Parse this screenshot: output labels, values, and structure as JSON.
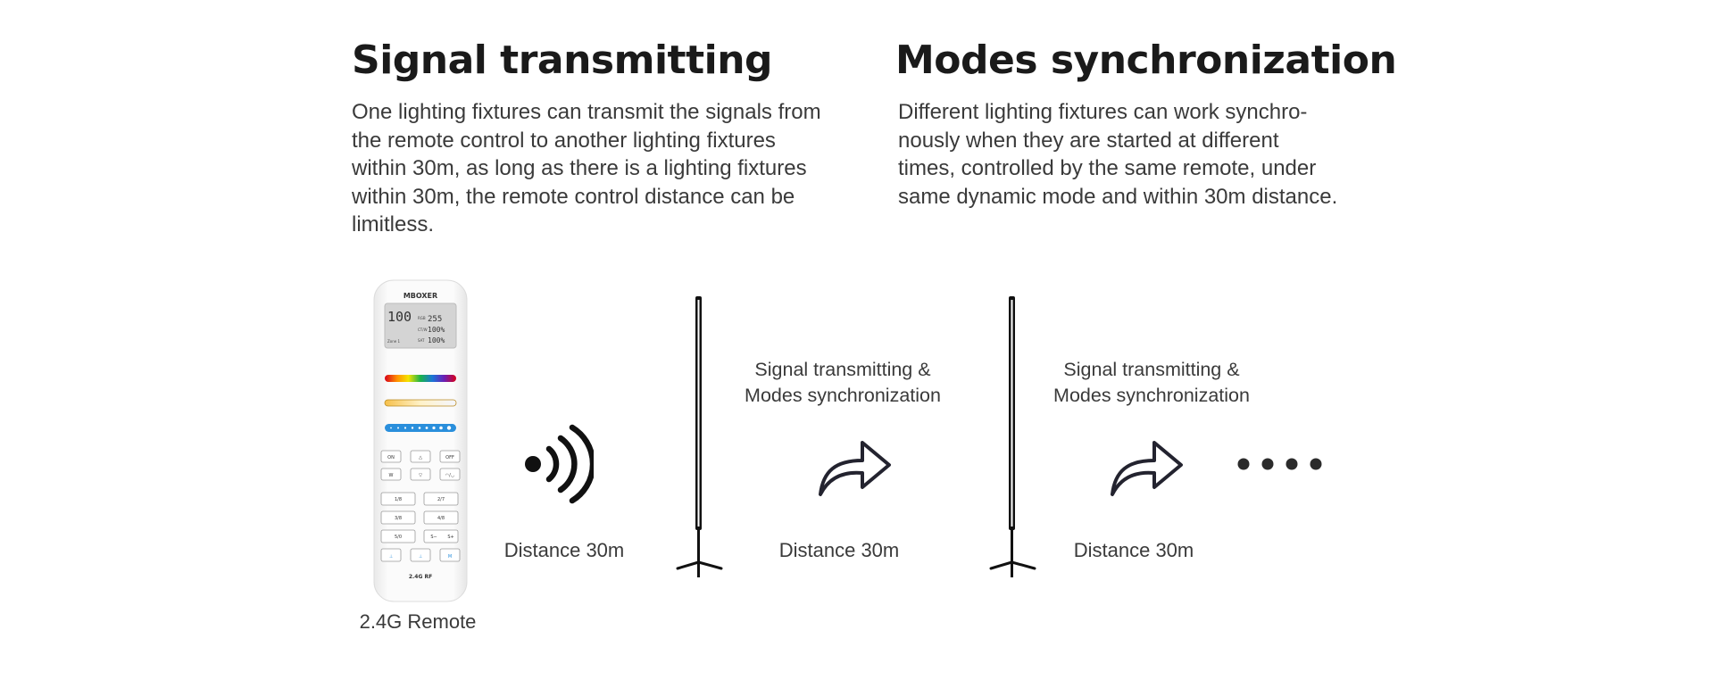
{
  "left": {
    "title": "Signal transmitting",
    "lines": [
      "One lighting fixtures can transmit the signals from",
      "the remote control to another lighting fixtures",
      "within 30m, as long as there is a lighting fixtures",
      "within 30m, the remote control distance can be",
      "limitless."
    ]
  },
  "right": {
    "title": "Modes synchronization",
    "lines": [
      "Different lighting fixtures can work synchro-",
      "nously when they are started at different",
      "times, controlled by the same remote, under",
      "same dynamic mode and within 30m distance."
    ]
  },
  "remote": {
    "label": "2.4G Remote",
    "brand": "MBOXER",
    "screen_big": "100",
    "screen_rgb": "RGB",
    "screen_rgb_val": "255",
    "screen_ctw": "CT/W",
    "screen_ctw_val": "100%",
    "screen_sat": "SAT",
    "screen_sat_val": "100%",
    "screen_zone": "Zone 1",
    "key_on": "ON",
    "key_off": "OFF",
    "key_w": "W",
    "key_1": "1/8",
    "key_2": "2/7",
    "key_3": "3/8",
    "key_4": "4/8",
    "key_5": "5/0",
    "key_s_minus": "S−",
    "key_s_plus": "S+",
    "key_m": "M",
    "footer": "2.4G RF"
  },
  "flow": {
    "distance_1": "Distance 30m",
    "distance_2": "Distance 30m",
    "distance_3": "Distance 30m",
    "caption_1_line1": "Signal transmitting &",
    "caption_1_line2": "Modes synchronization",
    "caption_2_line1": "Signal transmitting &",
    "caption_2_line2": "Modes synchronization"
  }
}
